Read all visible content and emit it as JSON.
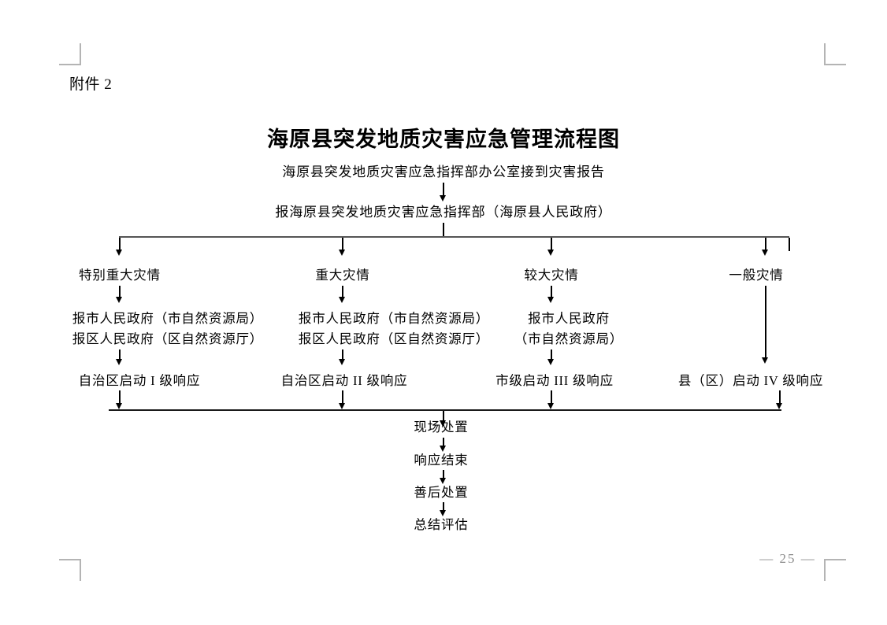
{
  "document": {
    "attachment_label": "附件 2",
    "title": "海原县突发地质灾害应急管理流程图",
    "page_number": "— 25 —"
  },
  "flow": {
    "intake": "海原县突发地质灾害应急指挥部办公室接到灾害报告",
    "report_to_command": "报海原县突发地质灾害应急指挥部（海原县人民政府）",
    "branches": [
      {
        "category": "特别重大灾情",
        "report_line1": "报市人民政府（市自然资源局）",
        "report_line2": "报区人民政府（区自然资源厅）",
        "response": "自治区启动 I 级响应"
      },
      {
        "category": "重大灾情",
        "report_line1": "报市人民政府（市自然资源局）",
        "report_line2": "报区人民政府（区自然资源厅）",
        "response": "自治区启动 II 级响应"
      },
      {
        "category": "较大灾情",
        "report_line1": "报市人民政府",
        "report_line2": "（市自然资源局）",
        "response": "市级启动 III 级响应"
      },
      {
        "category": "一般灾情",
        "report_line1": "",
        "report_line2": "",
        "response": "县（区）启动 IV 级响应"
      }
    ],
    "closing_steps": [
      "现场处置",
      "响应结束",
      "善后处置",
      "总结评估"
    ]
  },
  "colors": {
    "text": "#000000",
    "line": "#1a1a1a",
    "crop_mark": "#b4b4b4",
    "footer": "#8d8d8d"
  }
}
